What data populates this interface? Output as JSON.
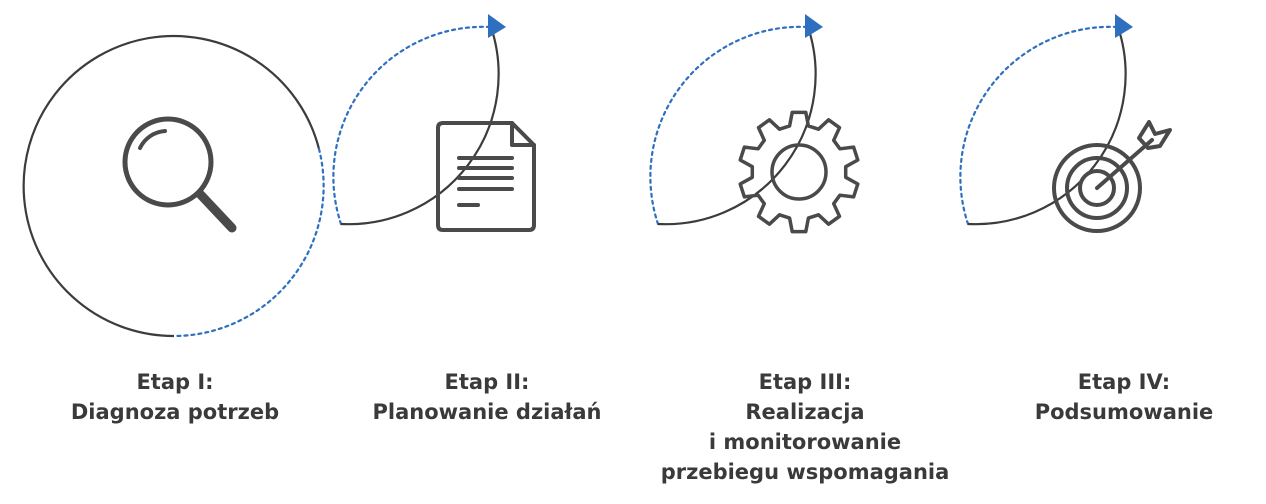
{
  "stages": [
    {
      "title": "Etap I:",
      "lines": [
        "Diagnoza potrzeb"
      ],
      "icon": "magnifier-icon"
    },
    {
      "title": "Etap II:",
      "lines": [
        "Planowanie działań"
      ],
      "icon": "document-icon"
    },
    {
      "title": "Etap III:",
      "lines": [
        "Realizacja",
        "i monitorowanie",
        "przebiegu wspomagania"
      ],
      "icon": "gear-icon"
    },
    {
      "title": "Etap IV:",
      "lines": [
        "Podsumowanie"
      ],
      "icon": "target-icon"
    }
  ],
  "colors": {
    "circle_stroke": "#3c3c3c",
    "dotted_arc": "#2e6fbf",
    "arrow": "#2e6fbf",
    "icon": "#4a4a4a",
    "text": "#3a3a3a"
  }
}
